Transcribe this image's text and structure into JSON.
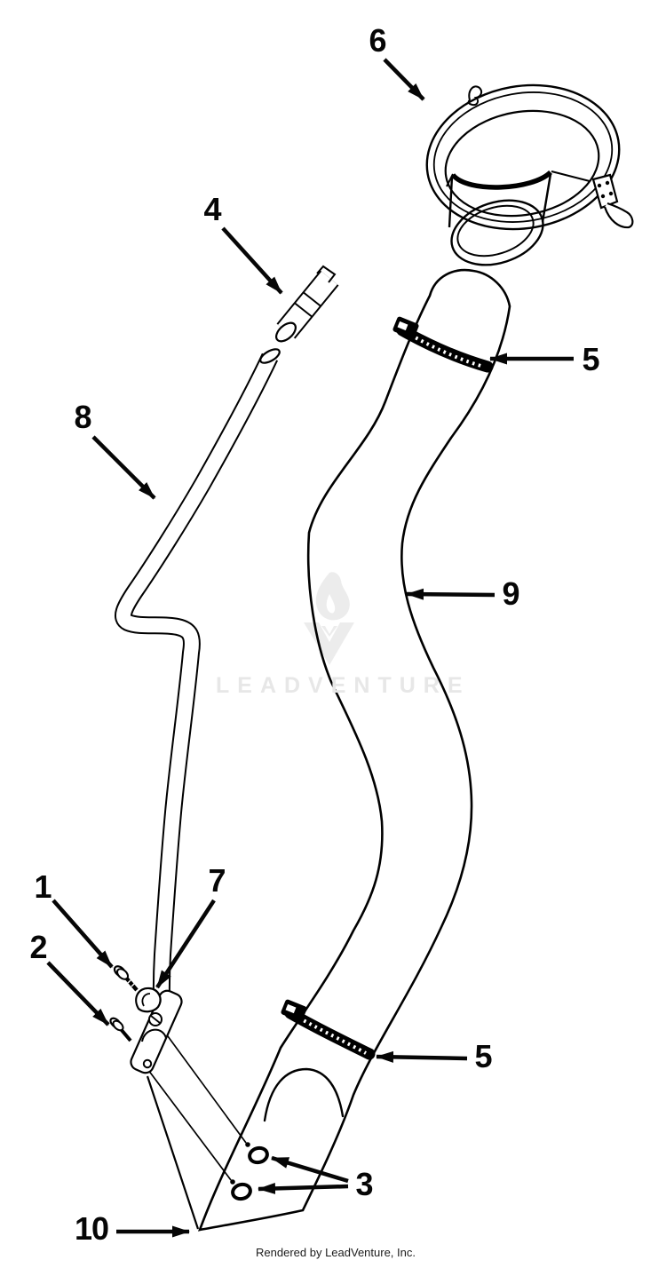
{
  "diagram": {
    "type": "exploded-parts-diagram",
    "watermark": {
      "brand": "LEADVENTURE"
    },
    "footer": {
      "credit": "Rendered by LeadVenture, Inc."
    },
    "colors": {
      "line": "#000000",
      "watermark_text": "#e7e7e7",
      "watermark_logo": "#ececec",
      "background": "#ffffff"
    },
    "callouts": {
      "c1": {
        "label": "1"
      },
      "c2": {
        "label": "2"
      },
      "c3": {
        "label": "3"
      },
      "c4": {
        "label": "4"
      },
      "c5a": {
        "label": "5"
      },
      "c5b": {
        "label": "5"
      },
      "c6": {
        "label": "6"
      },
      "c7": {
        "label": "7"
      },
      "c8": {
        "label": "8"
      },
      "c9": {
        "label": "9"
      },
      "c10": {
        "label": "10"
      }
    }
  }
}
